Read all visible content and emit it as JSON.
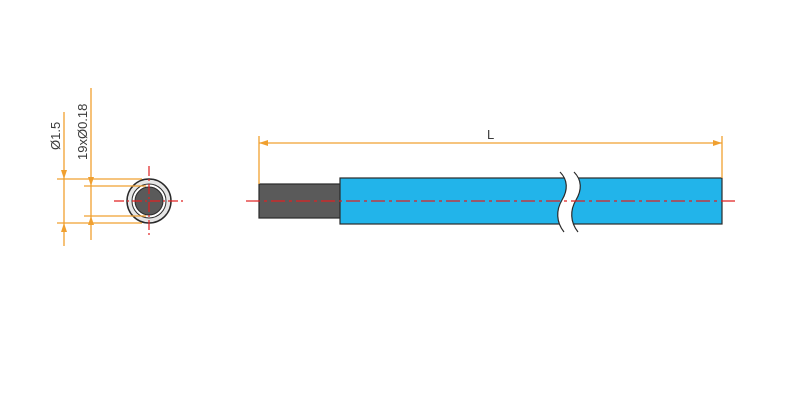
{
  "dimensions": {
    "outer_diameter": "Ø1.5",
    "conductor": "19xØ0.18",
    "length": "L"
  },
  "colors": {
    "dimension_line": "#f0a030",
    "centerline": "#e02020",
    "insulation": "#22b4ea",
    "conductor": "#5a5a5a",
    "outline": "#2a2a2a"
  }
}
